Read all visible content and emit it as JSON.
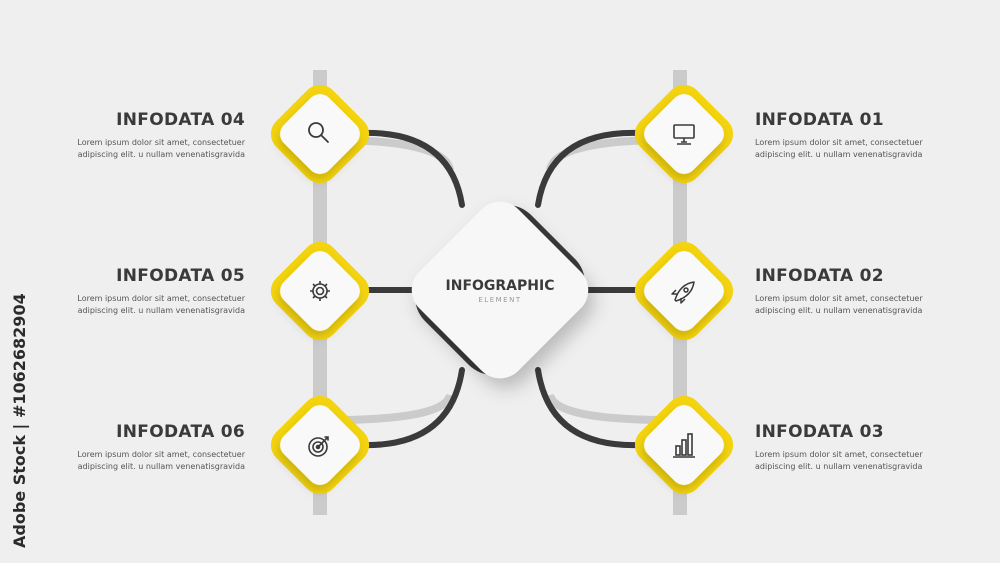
{
  "center": {
    "title": "INFOGRAPHIC",
    "subtitle": "ELEMENT"
  },
  "colors": {
    "accent": "#f4d40f",
    "dark": "#3a3a3a",
    "gray": "#c7c7c7",
    "background": "#efefef"
  },
  "items": [
    {
      "id": "01",
      "title": "INFODATA 01",
      "line1": "Lorem ipsum dolor sit amet, consectetuer",
      "line2": "adipiscing elit. u nullam venenatisgravida",
      "icon": "monitor-icon"
    },
    {
      "id": "02",
      "title": "INFODATA 02",
      "line1": "Lorem ipsum dolor sit amet, consectetuer",
      "line2": "adipiscing elit. u nullam venenatisgravida",
      "icon": "rocket-icon"
    },
    {
      "id": "03",
      "title": "INFODATA 03",
      "line1": "Lorem ipsum dolor sit amet, consectetuer",
      "line2": "adipiscing elit. u nullam venenatisgravida",
      "icon": "bar-chart-icon"
    },
    {
      "id": "04",
      "title": "INFODATA 04",
      "line1": "Lorem ipsum dolor sit amet, consectetuer",
      "line2": "adipiscing elit. u nullam venenatisgravida",
      "icon": "search-icon"
    },
    {
      "id": "05",
      "title": "INFODATA 05",
      "line1": "Lorem ipsum dolor sit amet, consectetuer",
      "line2": "adipiscing elit. u nullam venenatisgravida",
      "icon": "gear-icon"
    },
    {
      "id": "06",
      "title": "INFODATA 06",
      "line1": "Lorem ipsum dolor sit amet, consectetuer",
      "line2": "adipiscing elit. u nullam venenatisgravida",
      "icon": "target-icon"
    }
  ],
  "watermark": "Adobe Stock | #1062682904"
}
